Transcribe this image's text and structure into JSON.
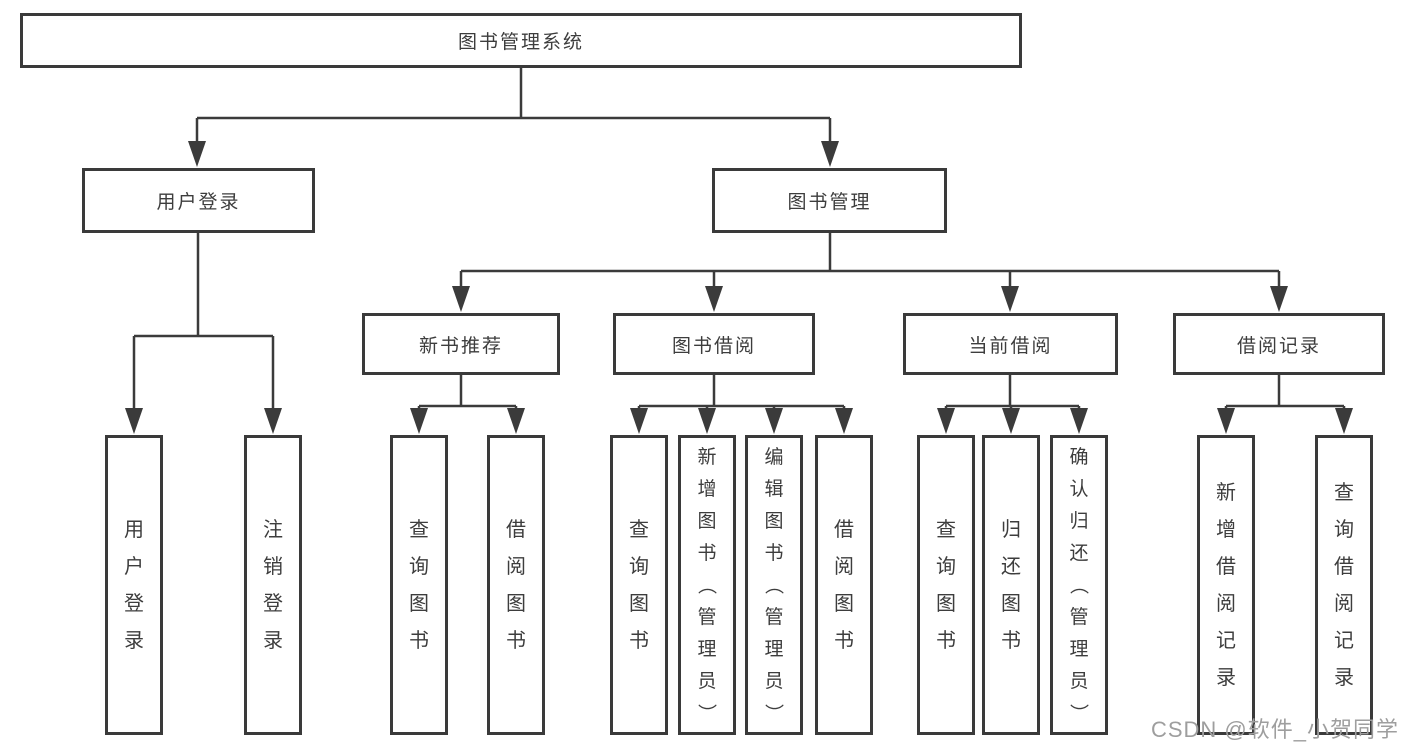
{
  "colors": {
    "line": "#3b3b3b",
    "box_border": "#3a3a3a",
    "text": "#3d3d3d",
    "watermark": "#9e9e9e",
    "background": "#ffffff"
  },
  "diagram": {
    "root": {
      "label": "图书管理系统"
    },
    "branches": [
      {
        "label": "用户登录",
        "children": [
          {
            "label": "用户登录"
          },
          {
            "label": "注销登录"
          }
        ]
      },
      {
        "label": "图书管理",
        "groups": [
          {
            "label": "新书推荐",
            "children": [
              {
                "label": "查询图书"
              },
              {
                "label": "借阅图书"
              }
            ]
          },
          {
            "label": "图书借阅",
            "children": [
              {
                "label": "查询图书"
              },
              {
                "label": "新增图书（管理员）"
              },
              {
                "label": "编辑图书（管理员）"
              },
              {
                "label": "借阅图书"
              }
            ]
          },
          {
            "label": "当前借阅",
            "children": [
              {
                "label": "查询图书"
              },
              {
                "label": "归还图书"
              },
              {
                "label": "确认归还（管理员）"
              }
            ]
          },
          {
            "label": "借阅记录",
            "children": [
              {
                "label": "新增借阅记录"
              },
              {
                "label": "查询借阅记录"
              }
            ]
          }
        ]
      }
    ]
  },
  "watermark": "CSDN @软件_小贺同学"
}
